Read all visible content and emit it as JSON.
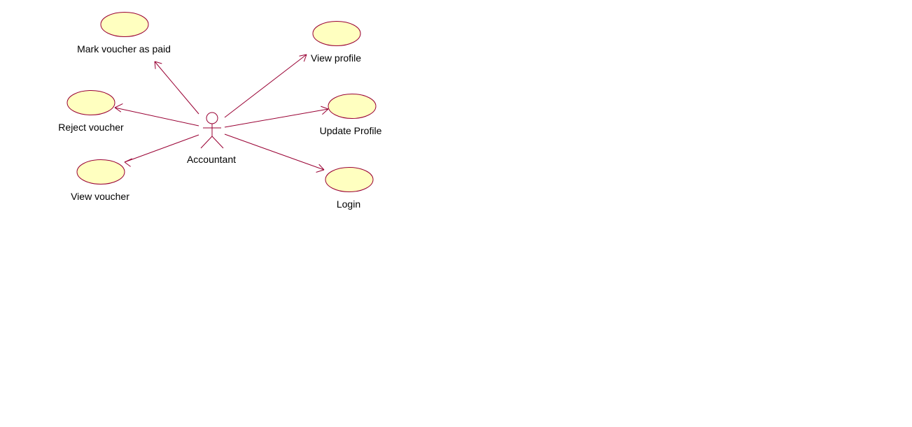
{
  "diagram": {
    "actor": {
      "name": "Accountant"
    },
    "use_cases": [
      {
        "id": "mark-paid",
        "label": "Mark voucher as paid"
      },
      {
        "id": "reject",
        "label": "Reject voucher"
      },
      {
        "id": "view-voucher",
        "label": "View voucher"
      },
      {
        "id": "view-profile",
        "label": "View profile"
      },
      {
        "id": "update-profile",
        "label": "Update Profile"
      },
      {
        "id": "login",
        "label": "Login"
      }
    ],
    "colors": {
      "line": "#990033",
      "use_case_fill": "#ffffc0",
      "background": "#ffffff"
    }
  }
}
